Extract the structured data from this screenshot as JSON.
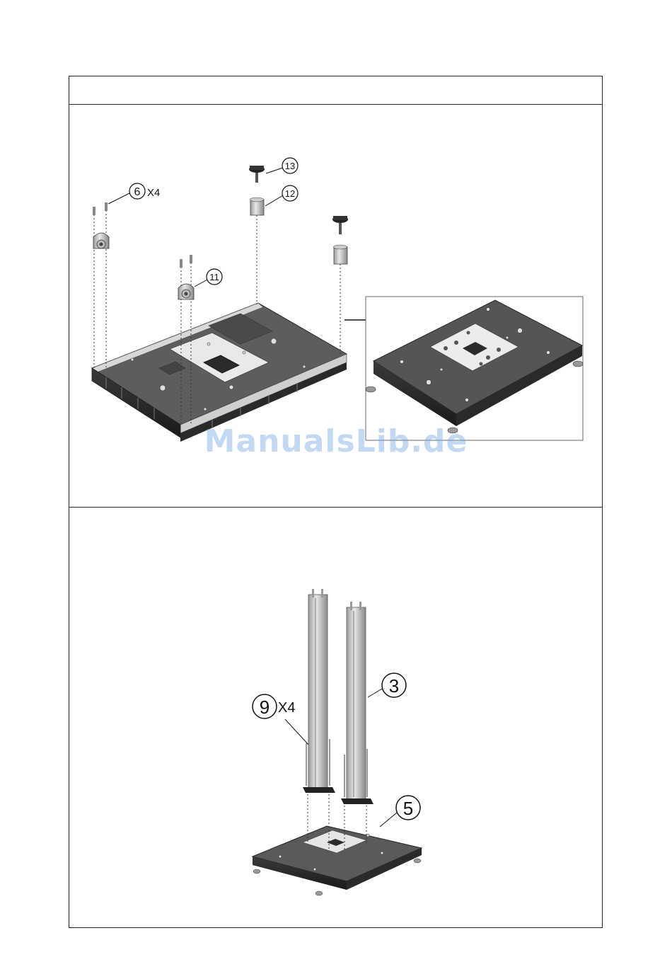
{
  "watermark": "ManualsLib.de",
  "panel1": {
    "callouts": {
      "screws": {
        "number": "6",
        "qty": "X4"
      },
      "knob": {
        "number": "13"
      },
      "spacer": {
        "number": "12"
      },
      "bracket": {
        "number": "11"
      }
    }
  },
  "panel2": {
    "callouts": {
      "columns": {
        "number": "3"
      },
      "screws": {
        "number": "9",
        "qty": "X4"
      },
      "base": {
        "number": "5"
      }
    }
  }
}
